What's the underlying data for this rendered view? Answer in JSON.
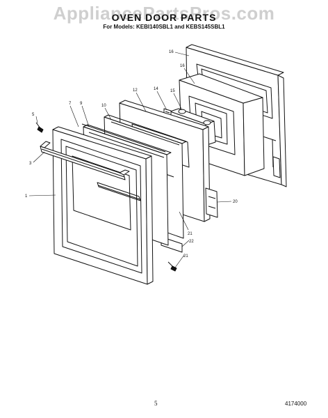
{
  "watermark": "AppliancePartsPros.com",
  "title": "OVEN DOOR PARTS",
  "subtitle": "For Models: KEBI140SBL1 and KEBS145SBL1",
  "page_number": "5",
  "diagram_number": "4174000",
  "callouts": {
    "c1": "1",
    "c3": "3",
    "c5": "5",
    "c7": "7",
    "c9": "9",
    "c10": "10",
    "c12": "12",
    "c14": "14",
    "c15": "15",
    "c16a": "16",
    "c16b": "16",
    "c20": "20",
    "c21a": "21",
    "c22": "22",
    "c21b": "21"
  }
}
